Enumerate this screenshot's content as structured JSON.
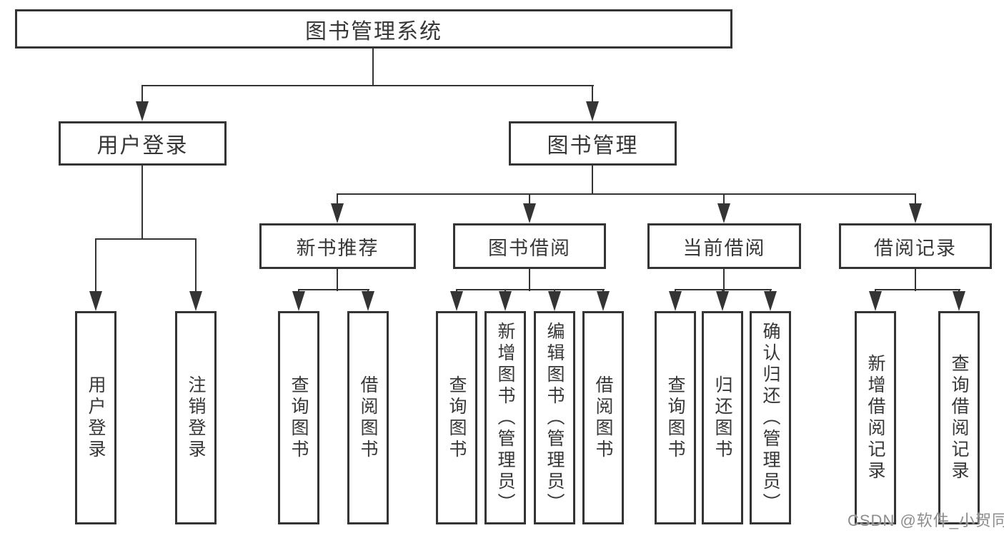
{
  "diagram": {
    "title": "图书管理系统",
    "level2": [
      {
        "label": "用户登录"
      },
      {
        "label": "图书管理"
      }
    ],
    "level3": [
      {
        "label": "新书推荐"
      },
      {
        "label": "图书借阅"
      },
      {
        "label": "当前借阅"
      },
      {
        "label": "借阅记录"
      }
    ],
    "leaves": [
      {
        "label": "用户登录"
      },
      {
        "label": "注销登录"
      },
      {
        "label": "查询图书"
      },
      {
        "label": "借阅图书"
      },
      {
        "label": "查询图书"
      },
      {
        "label": "新增图书（管理员）"
      },
      {
        "label": "编辑图书（管理员）"
      },
      {
        "label": "借阅图书"
      },
      {
        "label": "查询图书"
      },
      {
        "label": "归还图书"
      },
      {
        "label": "确认归还（管理员）"
      },
      {
        "label": "新增借阅记录"
      },
      {
        "label": "查询借阅记录"
      }
    ]
  },
  "watermark": {
    "text": "CSDN @软件_小贺同学"
  },
  "colors": {
    "line": "#343434",
    "text": "#373737",
    "box_background": "#ffffff",
    "background": "#ffffff",
    "watermark": "#8d8d8d"
  }
}
